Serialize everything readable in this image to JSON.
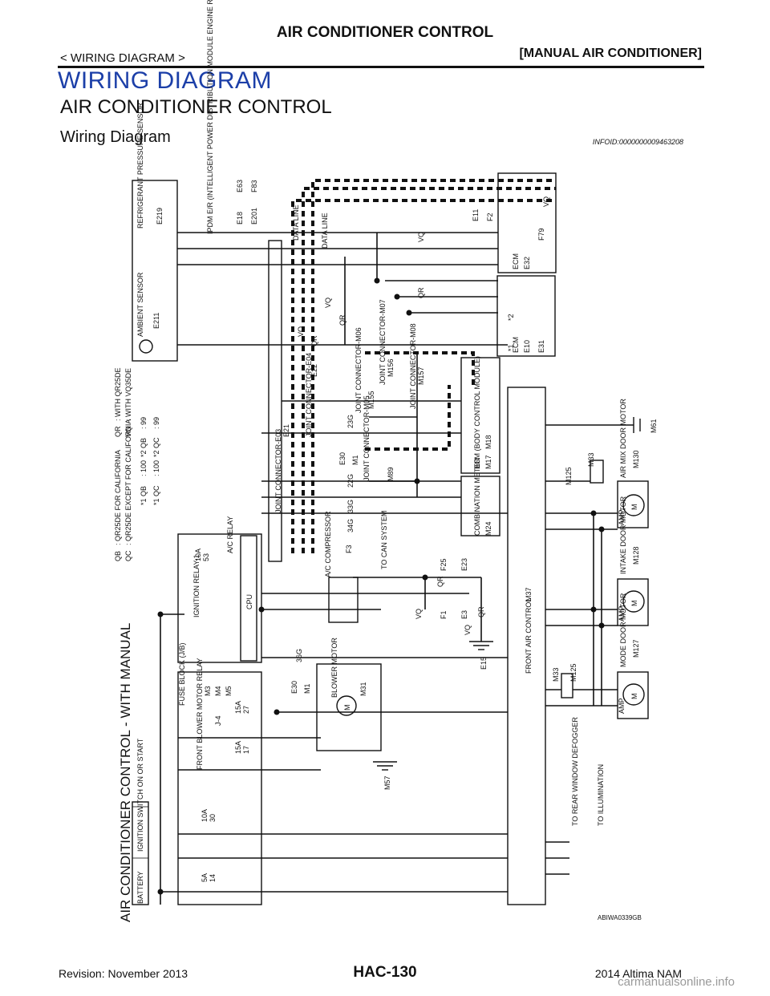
{
  "header": {
    "title": "AIR CONDITIONER CONTROL",
    "section": "< WIRING DIAGRAM >",
    "category": "[MANUAL AIR CONDITIONER]"
  },
  "section_title": "WIRING DIAGRAM",
  "sub_title": "AIR CONDITIONER CONTROL",
  "wiring_title": "Wiring Diagram",
  "info_id": "INFOID:0000000009463208",
  "diagram": {
    "vertical_title": "AIR CONDITIONER CONTROL - WITH MANUAL",
    "image_code": "ABIWA0339GB",
    "legend": [
      {
        "code": "QB",
        "text": ": QR25DE FOR CALIFORNIA"
      },
      {
        "code": "QC",
        "text": ": QR25DE EXCEPT FOR CALIFORNIA"
      },
      {
        "code": "QR",
        "text": ": WITH QR25DE"
      },
      {
        "code": "VQ",
        "text": ": WITH VQ35DE"
      },
      {
        "code": "*1 QB",
        "text": ": 100"
      },
      {
        "code": "*1 QC",
        "text": ": 100"
      },
      {
        "code": "*2 QB",
        "text": ": 99"
      },
      {
        "code": "*2 QC",
        "text": ": 99"
      }
    ],
    "components": [
      {
        "label": "BATTERY"
      },
      {
        "label": "IGNITION SWITCH ON OR START"
      },
      {
        "label": "FUSE BLOCK (J/B)",
        "connectors": [
          "M3",
          "M4",
          "M5"
        ]
      },
      {
        "label": "FRONT BLOWER MOTOR RELAY",
        "connector": "J-4"
      },
      {
        "label": "BLOWER MOTOR",
        "connector": "M31"
      },
      {
        "label": "IPDM E/R (INTELLIGENT POWER DISTRIBUTION MODULE ENGINE ROOM)",
        "connectors": [
          "E18",
          "E63",
          "E201",
          "F83"
        ]
      },
      {
        "label": "IGNITION RELAY-1"
      },
      {
        "label": "A/C RELAY"
      },
      {
        "label": "CPU"
      },
      {
        "label": "A/C COMPRESSOR",
        "connector": "F3"
      },
      {
        "label": "AMBIENT SENSOR",
        "connector": "E211"
      },
      {
        "label": "REFRIGERANT PRESSURE SENSOR",
        "connector": "E219"
      },
      {
        "label": "ECM",
        "connectors": [
          "E10",
          "E31",
          "E32",
          "F79"
        ]
      },
      {
        "label": "BCM (BODY CONTROL MODULE)",
        "connectors": [
          "M17",
          "M18"
        ]
      },
      {
        "label": "COMBINATION METER",
        "connector": "M24"
      },
      {
        "label": "JOINT CONNECTOR-E03",
        "connector": "E21"
      },
      {
        "label": "JOINT CONNECTOR-E04",
        "connector": "E22"
      },
      {
        "label": "JOINT CONNECTOR-M05",
        "connector": "M89"
      },
      {
        "label": "JOINT CONNECTOR-M06",
        "connector": "M155"
      },
      {
        "label": "JOINT CONNECTOR-M07",
        "connector": "M156"
      },
      {
        "label": "JOINT CONNECTOR-M08",
        "connector": "M157"
      },
      {
        "label": "FRONT AIR CONTROL",
        "connector": "M37"
      },
      {
        "label": "MODE DOOR MOTOR",
        "connector": "M127"
      },
      {
        "label": "INTAKE DOOR MOTOR",
        "connector": "M128"
      },
      {
        "label": "AIR MIX DOOR MOTOR",
        "connector": "M130"
      },
      {
        "label": "TO CAN SYSTEM"
      },
      {
        "label": "TO REAR WINDOW DEFOGGER"
      },
      {
        "label": "TO ILLUMINATION"
      },
      {
        "label": "DATA LINE"
      }
    ],
    "fuses": [
      {
        "amp": "5A",
        "num": "14"
      },
      {
        "amp": "10A",
        "num": "30"
      },
      {
        "amp": "15A",
        "num": "17"
      },
      {
        "amp": "15A",
        "num": "27"
      },
      {
        "amp": "10A",
        "num": "53"
      }
    ],
    "grounds": [
      "E15",
      "M57",
      "M61"
    ],
    "misc_labels": {
      "amp": "AMP.",
      "motor": "M",
      "wire_qr": "QR",
      "wire_vq": "VQ",
      "star1": "*1",
      "star2": "*2",
      "e30": "E30",
      "m1": "M1",
      "m33": "M33",
      "m125": "M125",
      "f1": "F1",
      "e3": "E3",
      "f25": "F25",
      "e23": "E23",
      "e11": "E11",
      "f2": "F2",
      "p36g": "36G",
      "p34g": "34G",
      "p33g": "33G",
      "p22g": "22G",
      "p23g": "23G"
    }
  }
}
